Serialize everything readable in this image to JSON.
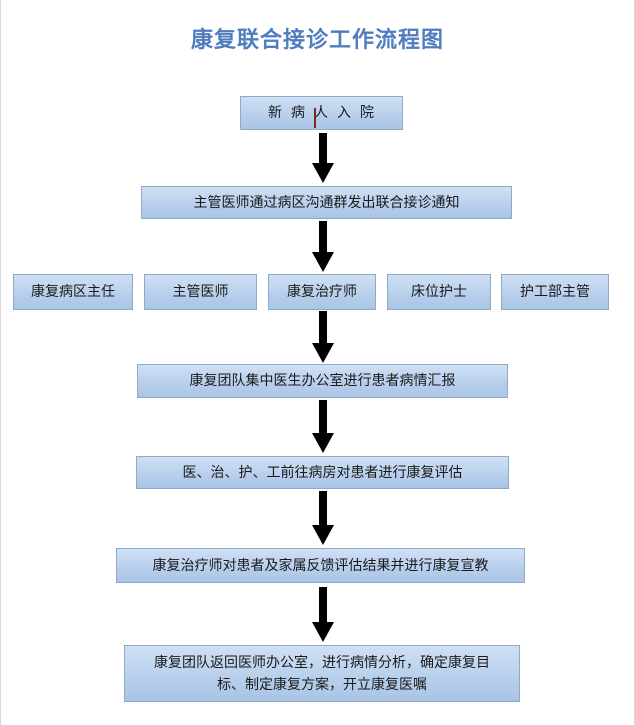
{
  "title": "康复联合接诊工作流程图",
  "steps": [
    "新病人入院",
    "主管医师通过病区沟通群发出联合接诊通知",
    "康复团队集中医生办公室进行患者病情汇报",
    "医、治、护、工前往病房对患者进行康复评估",
    "康复治疗师对患者及家属反馈评估结果并进行康复宣教",
    "康复团队返回医师办公室，进行病情分析，确定康复目标、制定康复方案，开立康复医嘱"
  ],
  "roles": [
    "康复病区主任",
    "主管医师",
    "康复治疗师",
    "床位护士",
    "护工部主管"
  ],
  "colors": {
    "title": "#4f7dc0",
    "box_fill": "#b9d0ec",
    "box_border": "#8fa9c9",
    "arrow": "#000000"
  }
}
